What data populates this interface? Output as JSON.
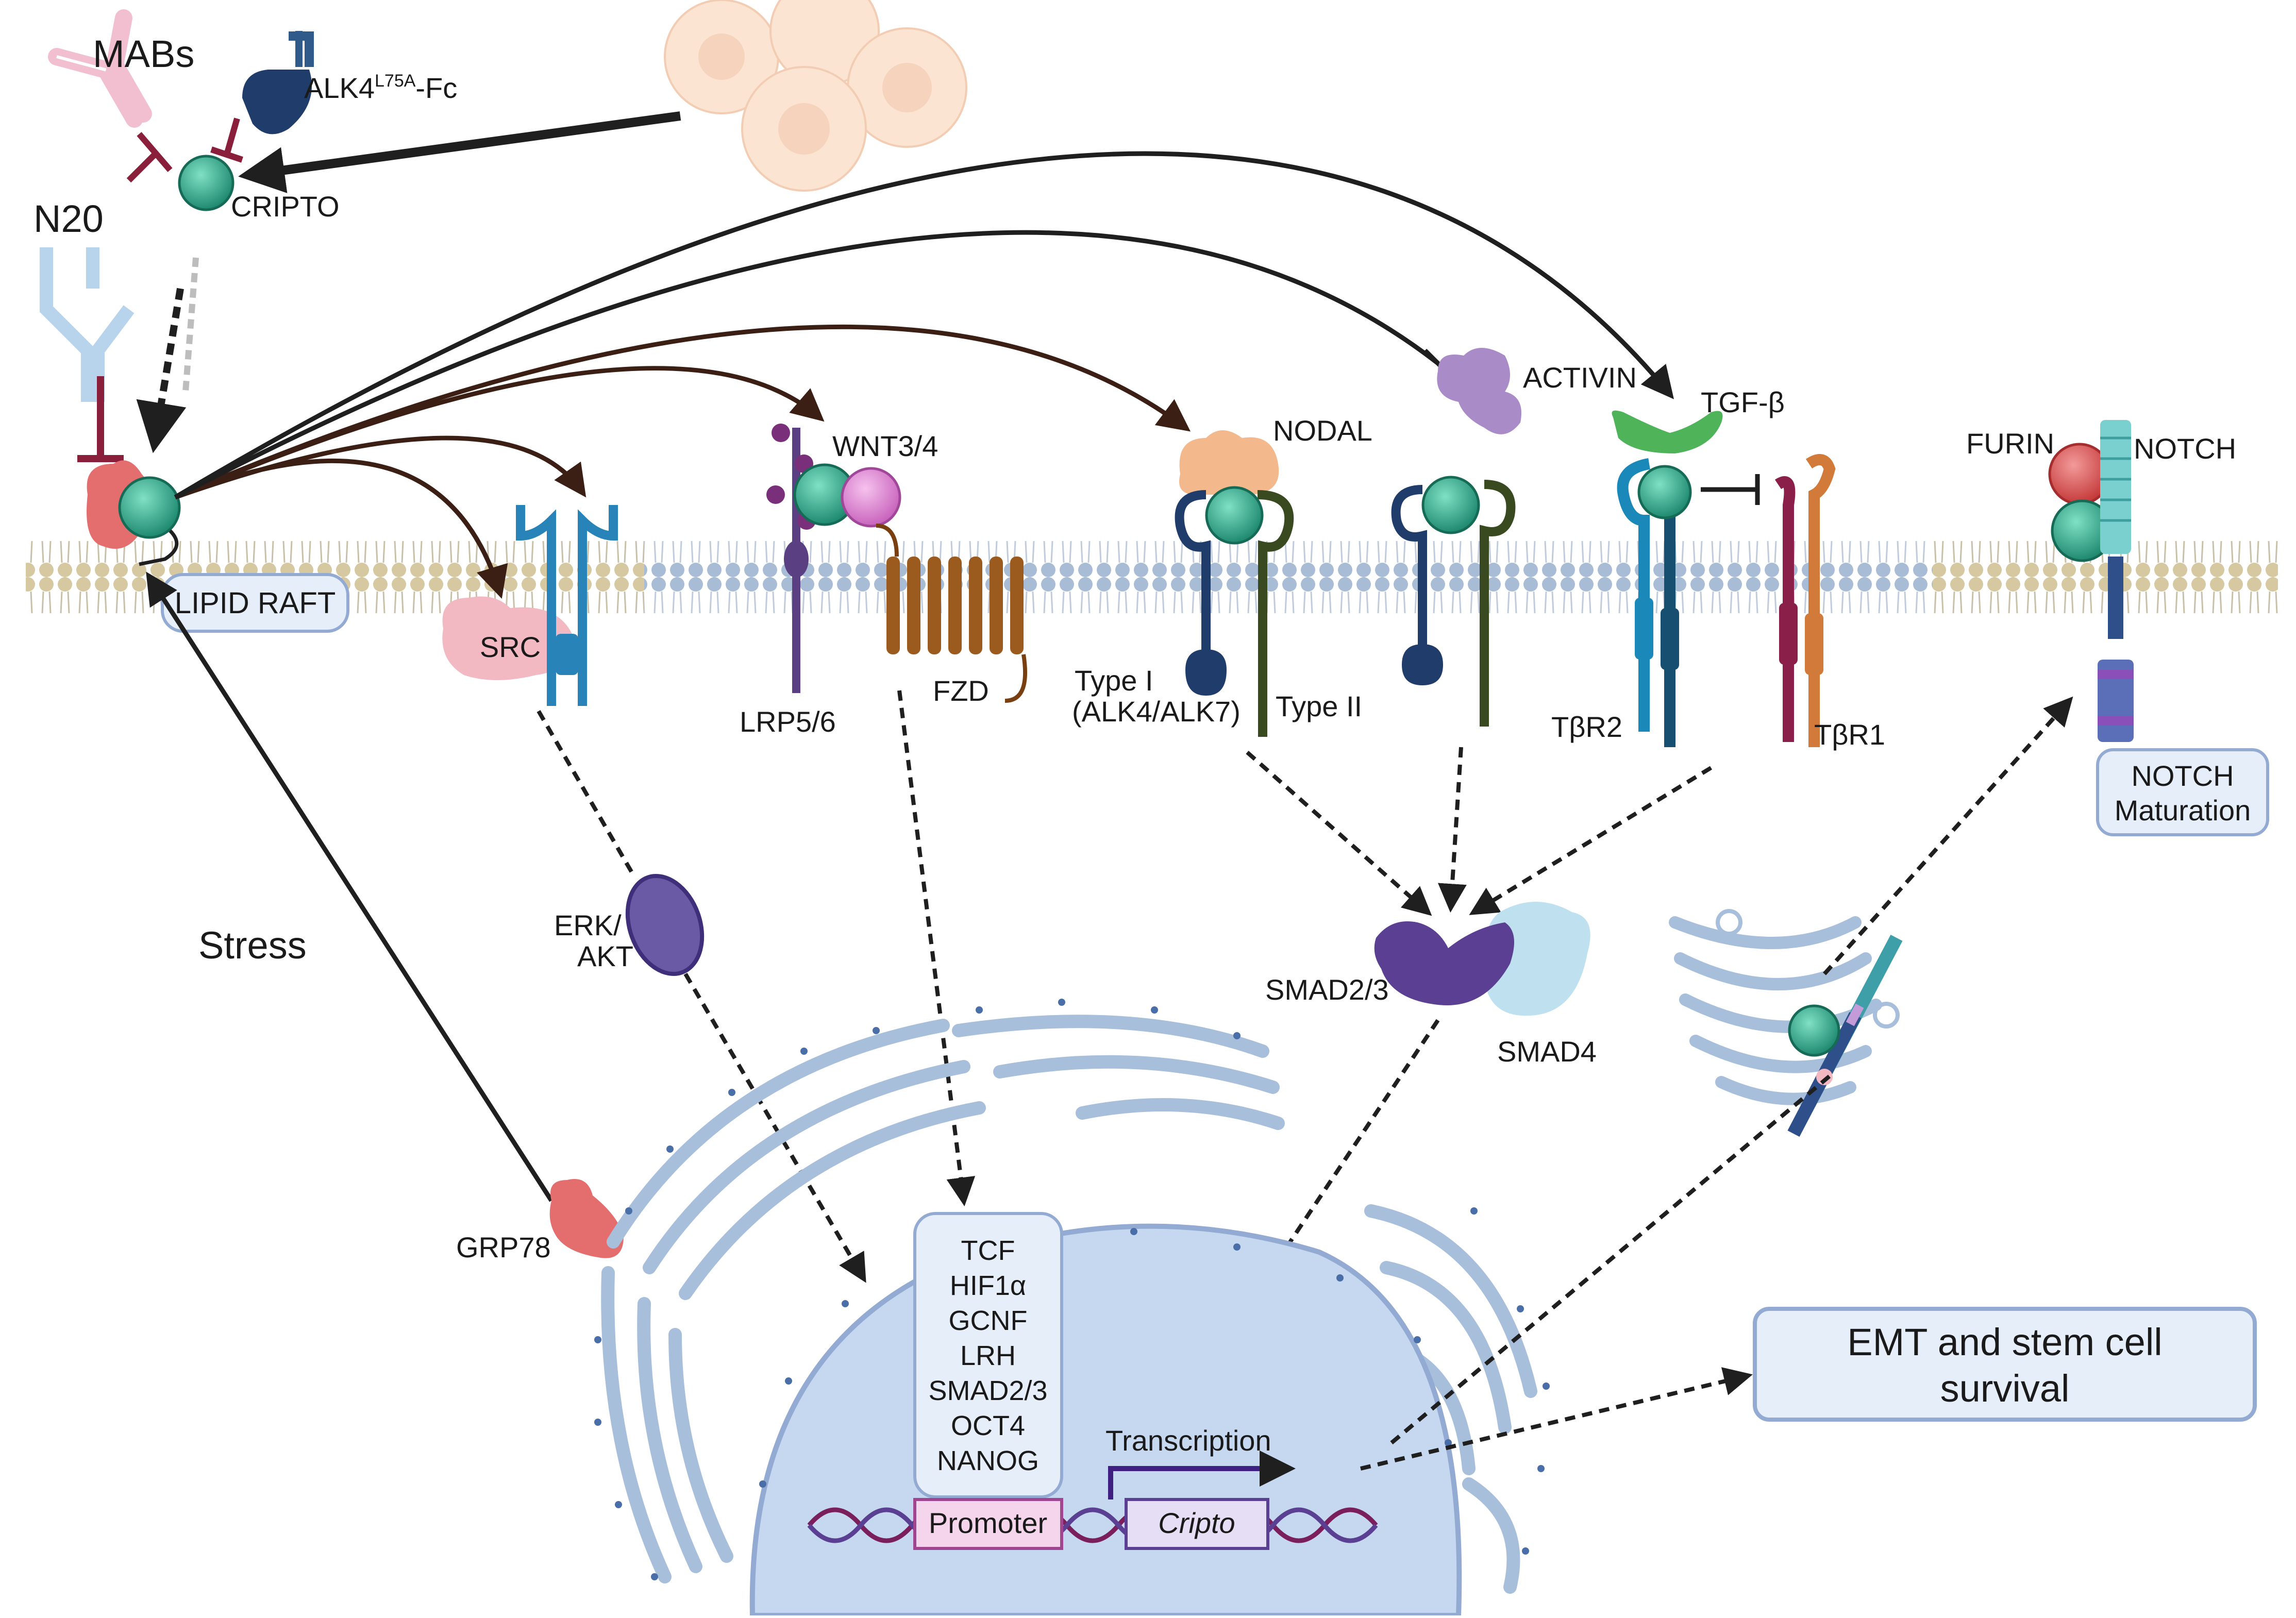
{
  "labels": {
    "mabs": "MABs",
    "alk4_main": "ALK4",
    "alk4_sup": "L75A",
    "alk4_suffix": "-Fc",
    "cripto_top": "CRIPTO",
    "n20": "N20",
    "lipid_raft": "LIPID RAFT",
    "src": "SRC",
    "wnt": "WNT3/4",
    "lrp": "LRP5/6",
    "fzd": "FZD",
    "nodal": "NODAL",
    "type1_line1": "Type I",
    "type1_line2": "(ALK4/ALK7)",
    "type2": "Type II",
    "activin": "ACTIVIN",
    "tgfb": "TGF-β",
    "tbr2": "TβR2",
    "tbr1": "TβR1",
    "furin": "FURIN",
    "notch": "NOTCH",
    "notch_mat_line1": "NOTCH",
    "notch_mat_line2": "Maturation",
    "stress": "Stress",
    "erk_line1": "ERK/",
    "erk_line2": "AKT",
    "smad23": "SMAD2/3",
    "smad4": "SMAD4",
    "grp78": "GRP78",
    "transcription": "Transcription",
    "promoter": "Promoter",
    "cripto_gene": "Cripto",
    "emt_line1": "EMT and stem cell",
    "emt_line2": "survival"
  },
  "transcription_factors": [
    "TCF",
    "HIF1α",
    "GCNF",
    "LRH",
    "SMAD2/3",
    "OCT4",
    "NANOG"
  ],
  "colors": {
    "cripto": "#2fae8f",
    "membrane_head": "#d6c8a0",
    "membrane_head_blue": "#a9bcd6",
    "inhibitor": "#8a1f3c",
    "arrow": "#1f1f1f",
    "curve_arrow": "#3b1f14",
    "nucleus": "#c5d8ef",
    "er": "#a8bfdc",
    "box_bg": "#e6eefa",
    "box_border": "#93aad3",
    "dna": "#7a1f5c",
    "promoter_box": "#f4d5ec",
    "gene_box": "#e6def5",
    "smad23": "#5a3f92",
    "smad4": "#bfe1ef",
    "grp78": "#e46e6e",
    "src": "#f2b9c2",
    "fzd": "#9b5a1e",
    "lrp": "#5a3f82",
    "wnt": "#e58ed8",
    "nodal": "#f3b88c",
    "type1": "#1f3c6a",
    "type2": "#394a20",
    "activin": "#a98bc8",
    "tgfb": "#4fb35a",
    "tbr2": "#1a88b8",
    "tbr1": "#d27a3a",
    "furin": "#e05555",
    "notch": "#7acfcf"
  }
}
